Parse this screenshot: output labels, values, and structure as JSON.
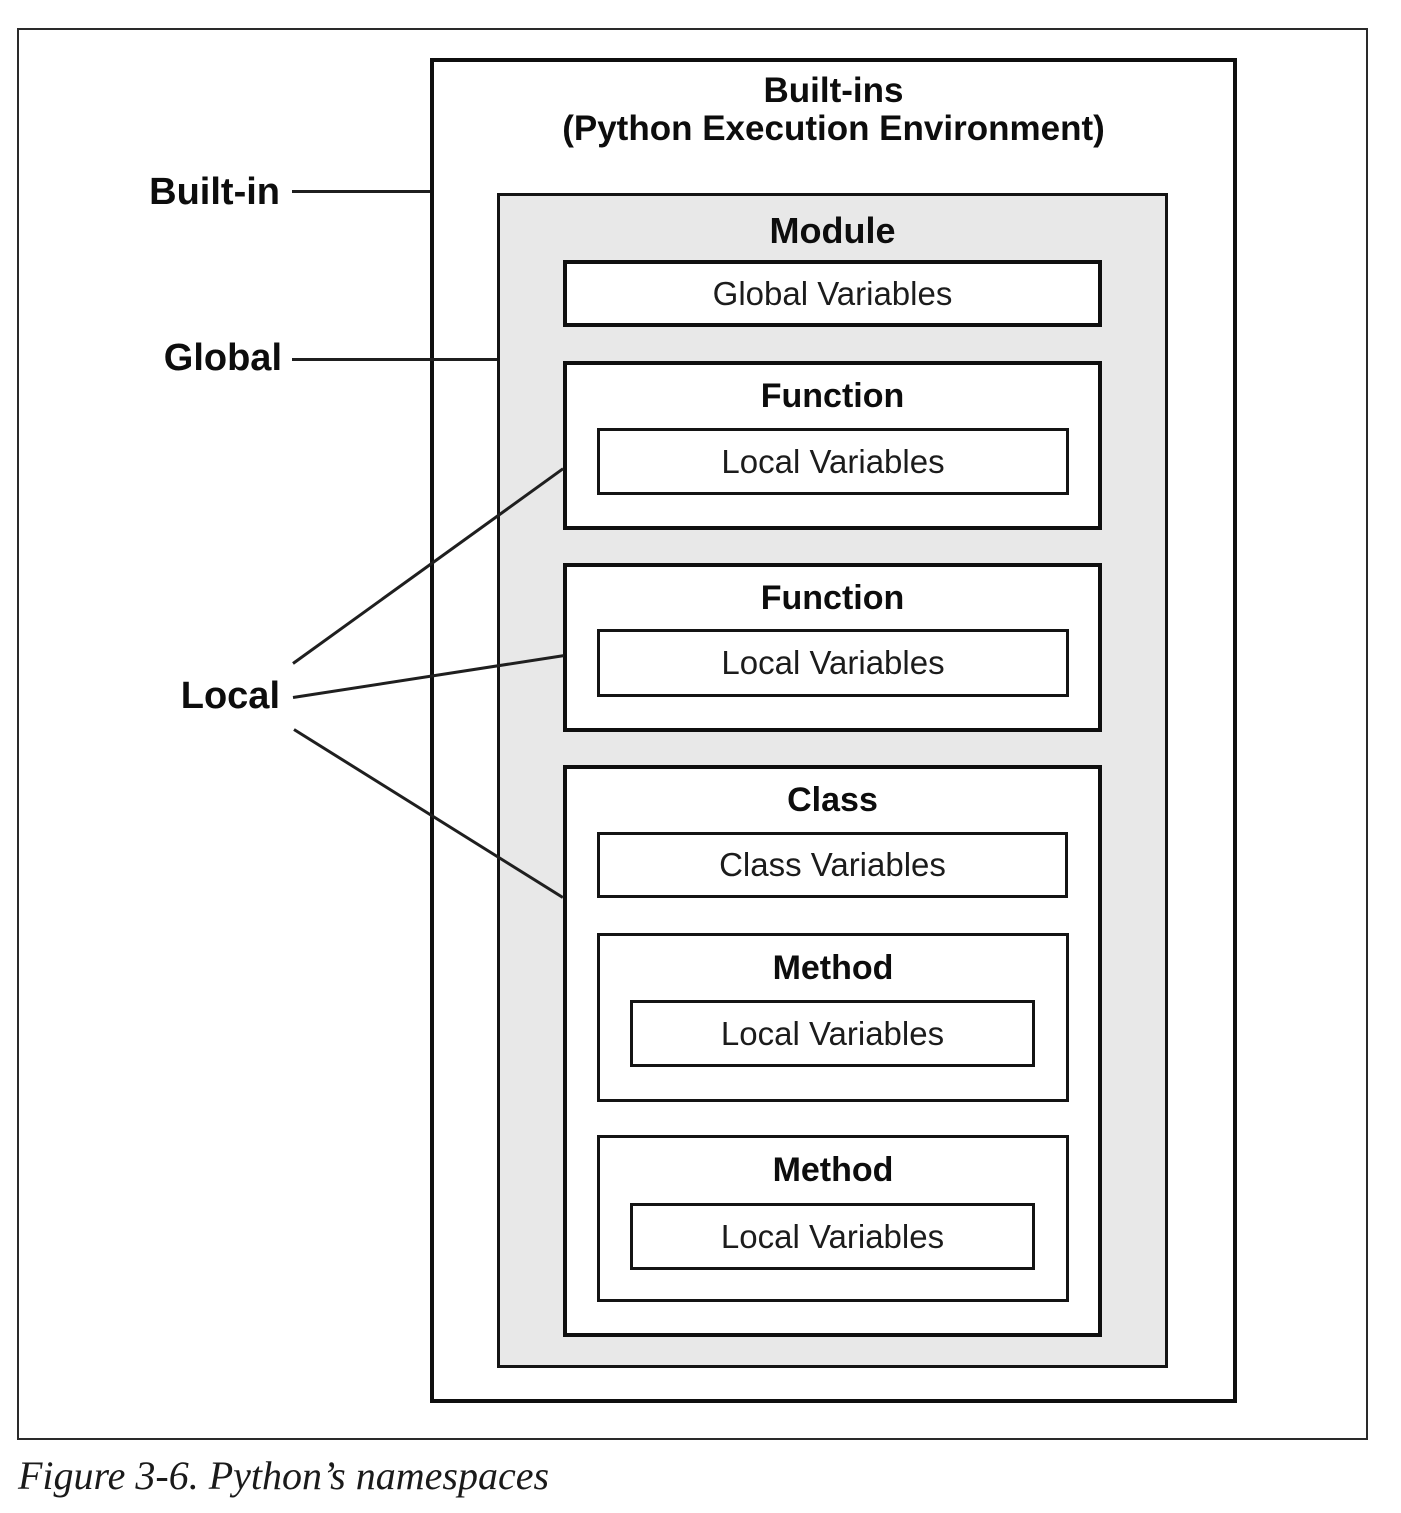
{
  "figure": {
    "caption": "Figure 3-6. Python’s namespaces"
  },
  "diagram": {
    "builtins": {
      "title_line1": "Built-ins",
      "title_line2": "(Python Execution Environment)"
    },
    "module": {
      "title": "Module",
      "global_variables": "Global Variables"
    },
    "functions": [
      {
        "title": "Function",
        "local_variables": "Local Variables"
      },
      {
        "title": "Function",
        "local_variables": "Local Variables"
      }
    ],
    "class": {
      "title": "Class",
      "class_variables": "Class Variables",
      "methods": [
        {
          "title": "Method",
          "local_variables": "Local Variables"
        },
        {
          "title": "Method",
          "local_variables": "Local Variables"
        }
      ]
    },
    "labels": {
      "builtin": "Built-in",
      "global": "Global",
      "local": "Local"
    },
    "colors": {
      "module_fill": "#e8e8e8",
      "border": "#0f0f0f",
      "connector": "#1f1f1f"
    }
  }
}
